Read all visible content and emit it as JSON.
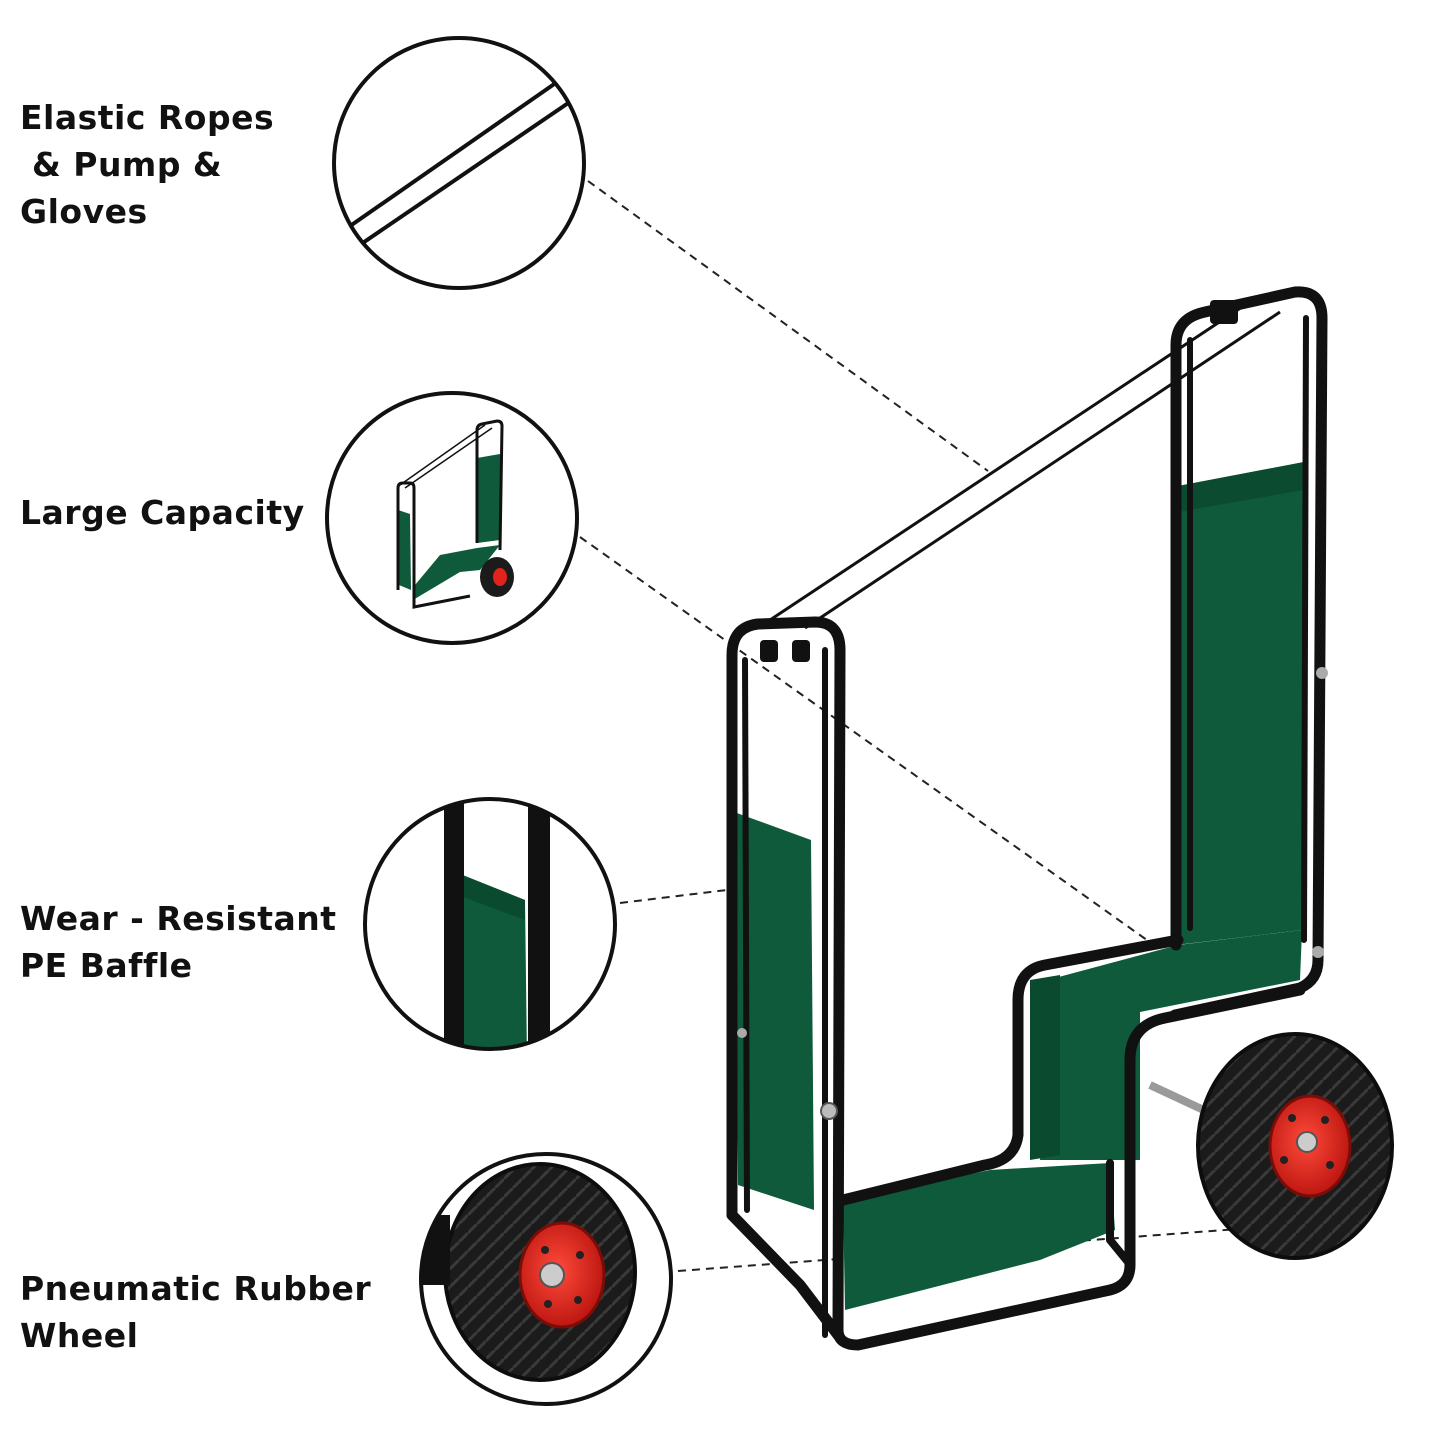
{
  "features": [
    {
      "id": "ropes",
      "lines": [
        "Elastic Ropes",
        " & Pump &",
        "Gloves"
      ]
    },
    {
      "id": "capacity",
      "lines": [
        "Large Capacity"
      ]
    },
    {
      "id": "baffle",
      "lines": [
        "Wear - Resistant",
        "PE Baffle"
      ]
    },
    {
      "id": "wheel",
      "lines": [
        "Pneumatic Rubber",
        "Wheel"
      ]
    }
  ],
  "colors": {
    "frame": "#111111",
    "fabric": "#0e5a3a",
    "fabric_shade": "#0a4a2f",
    "tire": "#1a1a1a",
    "hub": "#e0231c",
    "text": "#111111",
    "callout_line": "#222222"
  },
  "icons": [
    "detail-circle",
    "dashed-leader-line",
    "log-cart-product"
  ]
}
